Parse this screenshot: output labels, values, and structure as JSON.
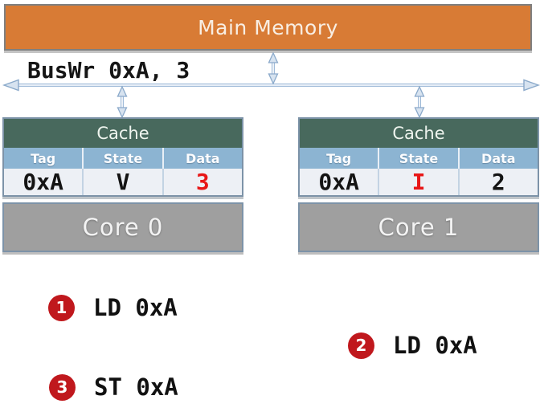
{
  "main_memory": {
    "label": "Main Memory"
  },
  "bus": {
    "label": "BusWr 0xA, 3"
  },
  "caches": [
    {
      "title": "Cache",
      "columns": [
        "Tag",
        "State",
        "Data"
      ],
      "row": {
        "tag": "0xA",
        "state": "V",
        "data": "3"
      },
      "core": {
        "label": "Core 0"
      }
    },
    {
      "title": "Cache",
      "columns": [
        "Tag",
        "State",
        "Data"
      ],
      "row": {
        "tag": "0xA",
        "state": "I",
        "data": "2"
      },
      "core": {
        "label": "Core 1"
      }
    }
  ],
  "steps": [
    {
      "number": "1",
      "label": "LD 0xA"
    },
    {
      "number": "2",
      "label": "LD 0xA"
    },
    {
      "number": "3",
      "label": "ST 0xA"
    }
  ],
  "colors": {
    "memory_fill": "#d87b35",
    "cache_header_fill": "#48695d",
    "column_header_fill": "#8cb4d2",
    "row_fill": "#edf0f5",
    "core_fill": "#9f9f9f",
    "badge_red": "#c0181d",
    "value_red": "#e81717",
    "bus_blue": "#9fbad8"
  }
}
